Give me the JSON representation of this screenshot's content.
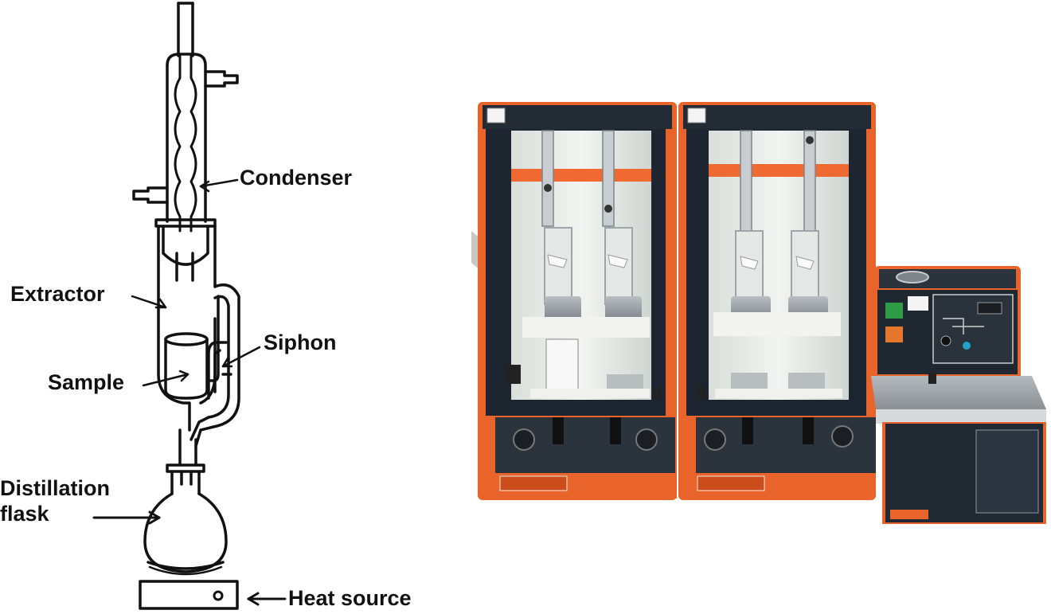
{
  "diagram": {
    "labels": {
      "condenser": "Condenser",
      "extractor": "Extractor",
      "siphon": "Siphon",
      "sample": "Sample",
      "distillation_flask": "Distillation\nflask",
      "heat_source": "Heat source"
    },
    "colors": {
      "line": "#111111",
      "glass": "#ffffff"
    }
  },
  "photo": {
    "colors": {
      "frame_orange": "#e8642a",
      "panel_dark": "#1d2530",
      "glass_interior": "#e9ece9",
      "label_band": "#ef6a33",
      "shelf": "#f3f4f2",
      "metal": "#9aa0a4",
      "bath_grey": "#8f959b"
    }
  }
}
